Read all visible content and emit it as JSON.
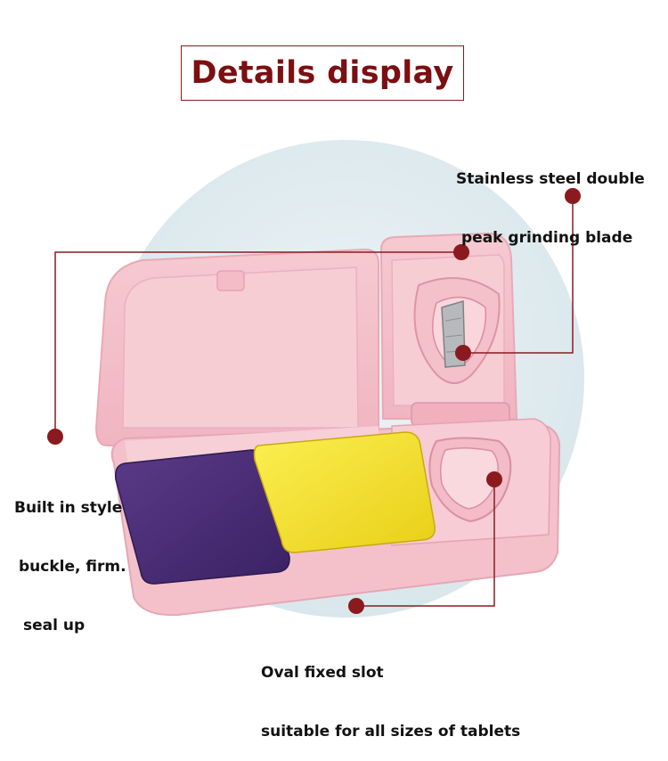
{
  "title": "Details display",
  "callouts": {
    "blade": {
      "line1": "Stainless steel double",
      "line2": "peak grinding blade"
    },
    "buckle": {
      "line1": "Built in style",
      "line2": "buckle, firm.",
      "line3": "seal up"
    },
    "slot": {
      "line1": "Oval fixed slot",
      "line2": "suitable for all sizes of tablets"
    }
  },
  "colors": {
    "accent": "#8b1a1e",
    "case_pink": "#f3bcc6",
    "purple_lid": "#4a2a78",
    "yellow_lid": "#f2df2a",
    "backdrop": "#e3eef2"
  }
}
